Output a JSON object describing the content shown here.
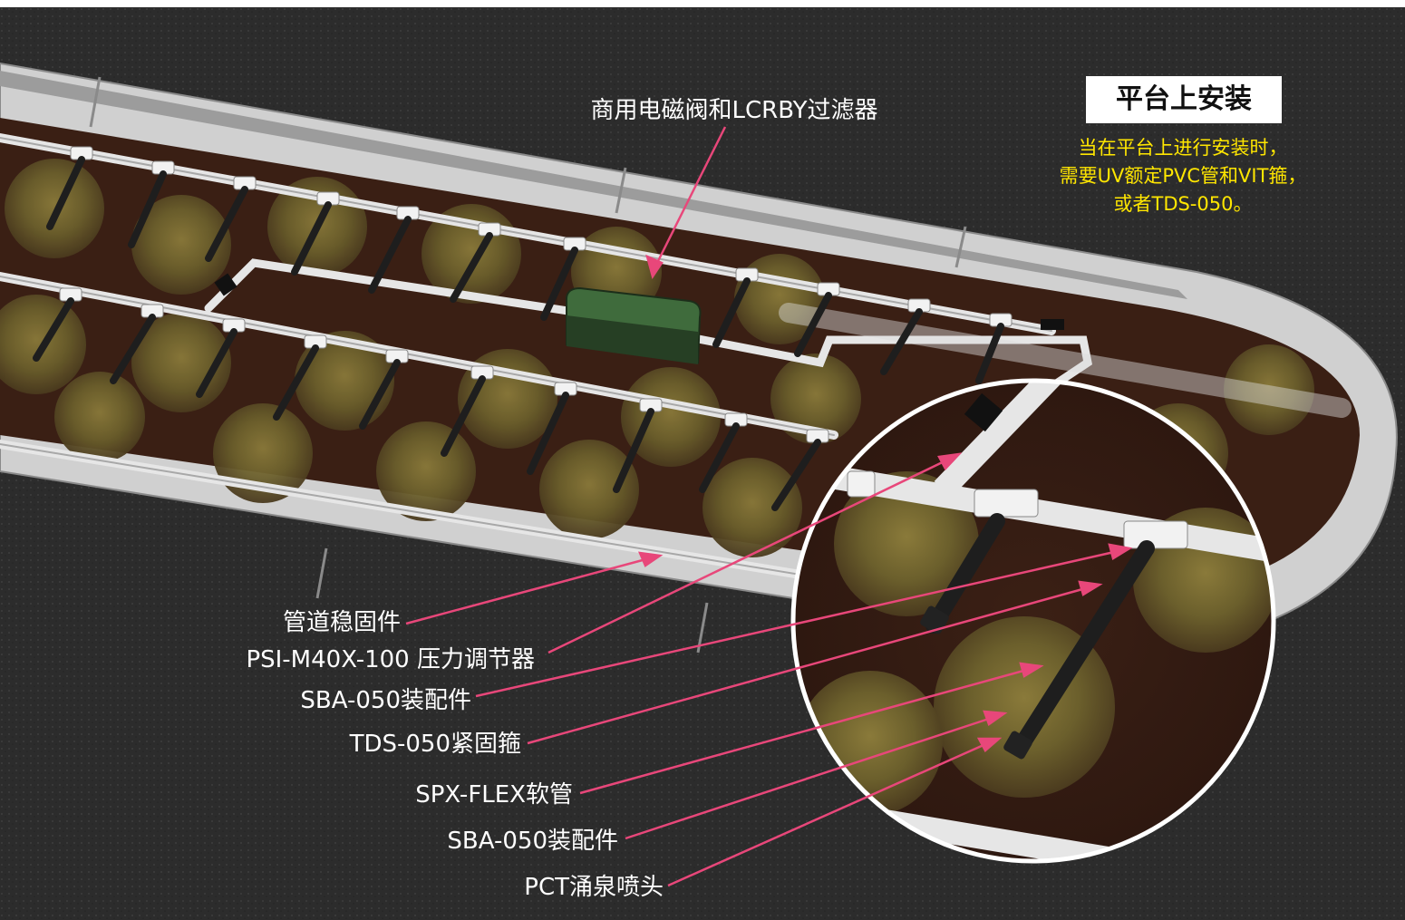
{
  "diagram": {
    "top_callout": "商用电磁阀和LCRBY过滤器",
    "info_box": {
      "title": "平台上安装",
      "lines": [
        "当在平台上进行安装时，",
        "需要UV额定PVC管和VIT箍，",
        "或者TDS-050。"
      ]
    },
    "callouts": [
      "管道稳固件",
      "PSI-M40X-100 压力调节器",
      "SBA-050装配件",
      "TDS-050紧固箍",
      "SPX-FLEX软管",
      "SBA-050装配件",
      "PCT涌泉喷头"
    ],
    "colors": {
      "arrow": "#e8477a",
      "info_text": "#ffe600",
      "soil": "#3a1f14",
      "curb": "#c9c9c9",
      "valve_box": "#3f6b3c"
    }
  }
}
